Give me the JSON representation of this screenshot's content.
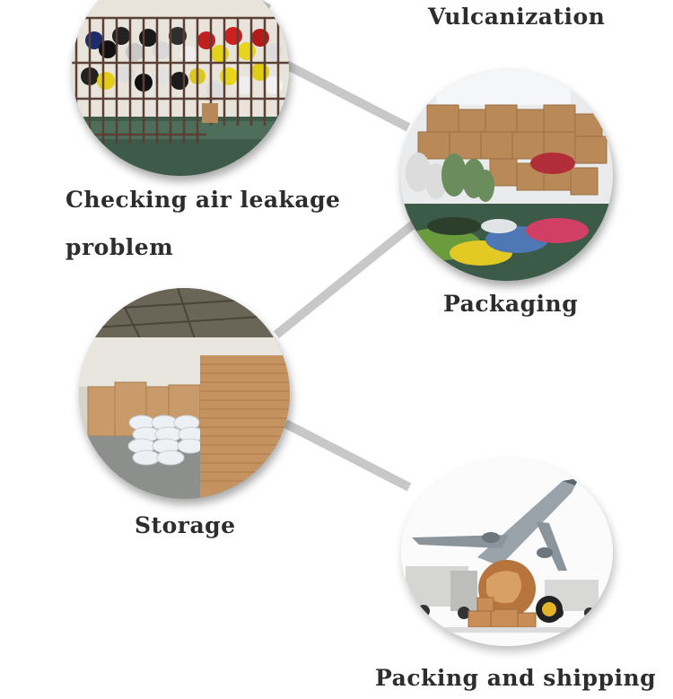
{
  "steps": [
    {
      "id": "vulcanization",
      "label": "Vulcanization"
    },
    {
      "id": "checking",
      "label_line1": "Checking air leakage",
      "label_line2": "problem"
    },
    {
      "id": "packaging",
      "label": "Packaging"
    },
    {
      "id": "storage",
      "label": "Storage"
    },
    {
      "id": "shipping",
      "label": "Packing and shipping"
    }
  ],
  "colors": {
    "connector": "#c8c8c8",
    "caption_text": "#2d2d2d",
    "background": "#ffffff"
  }
}
